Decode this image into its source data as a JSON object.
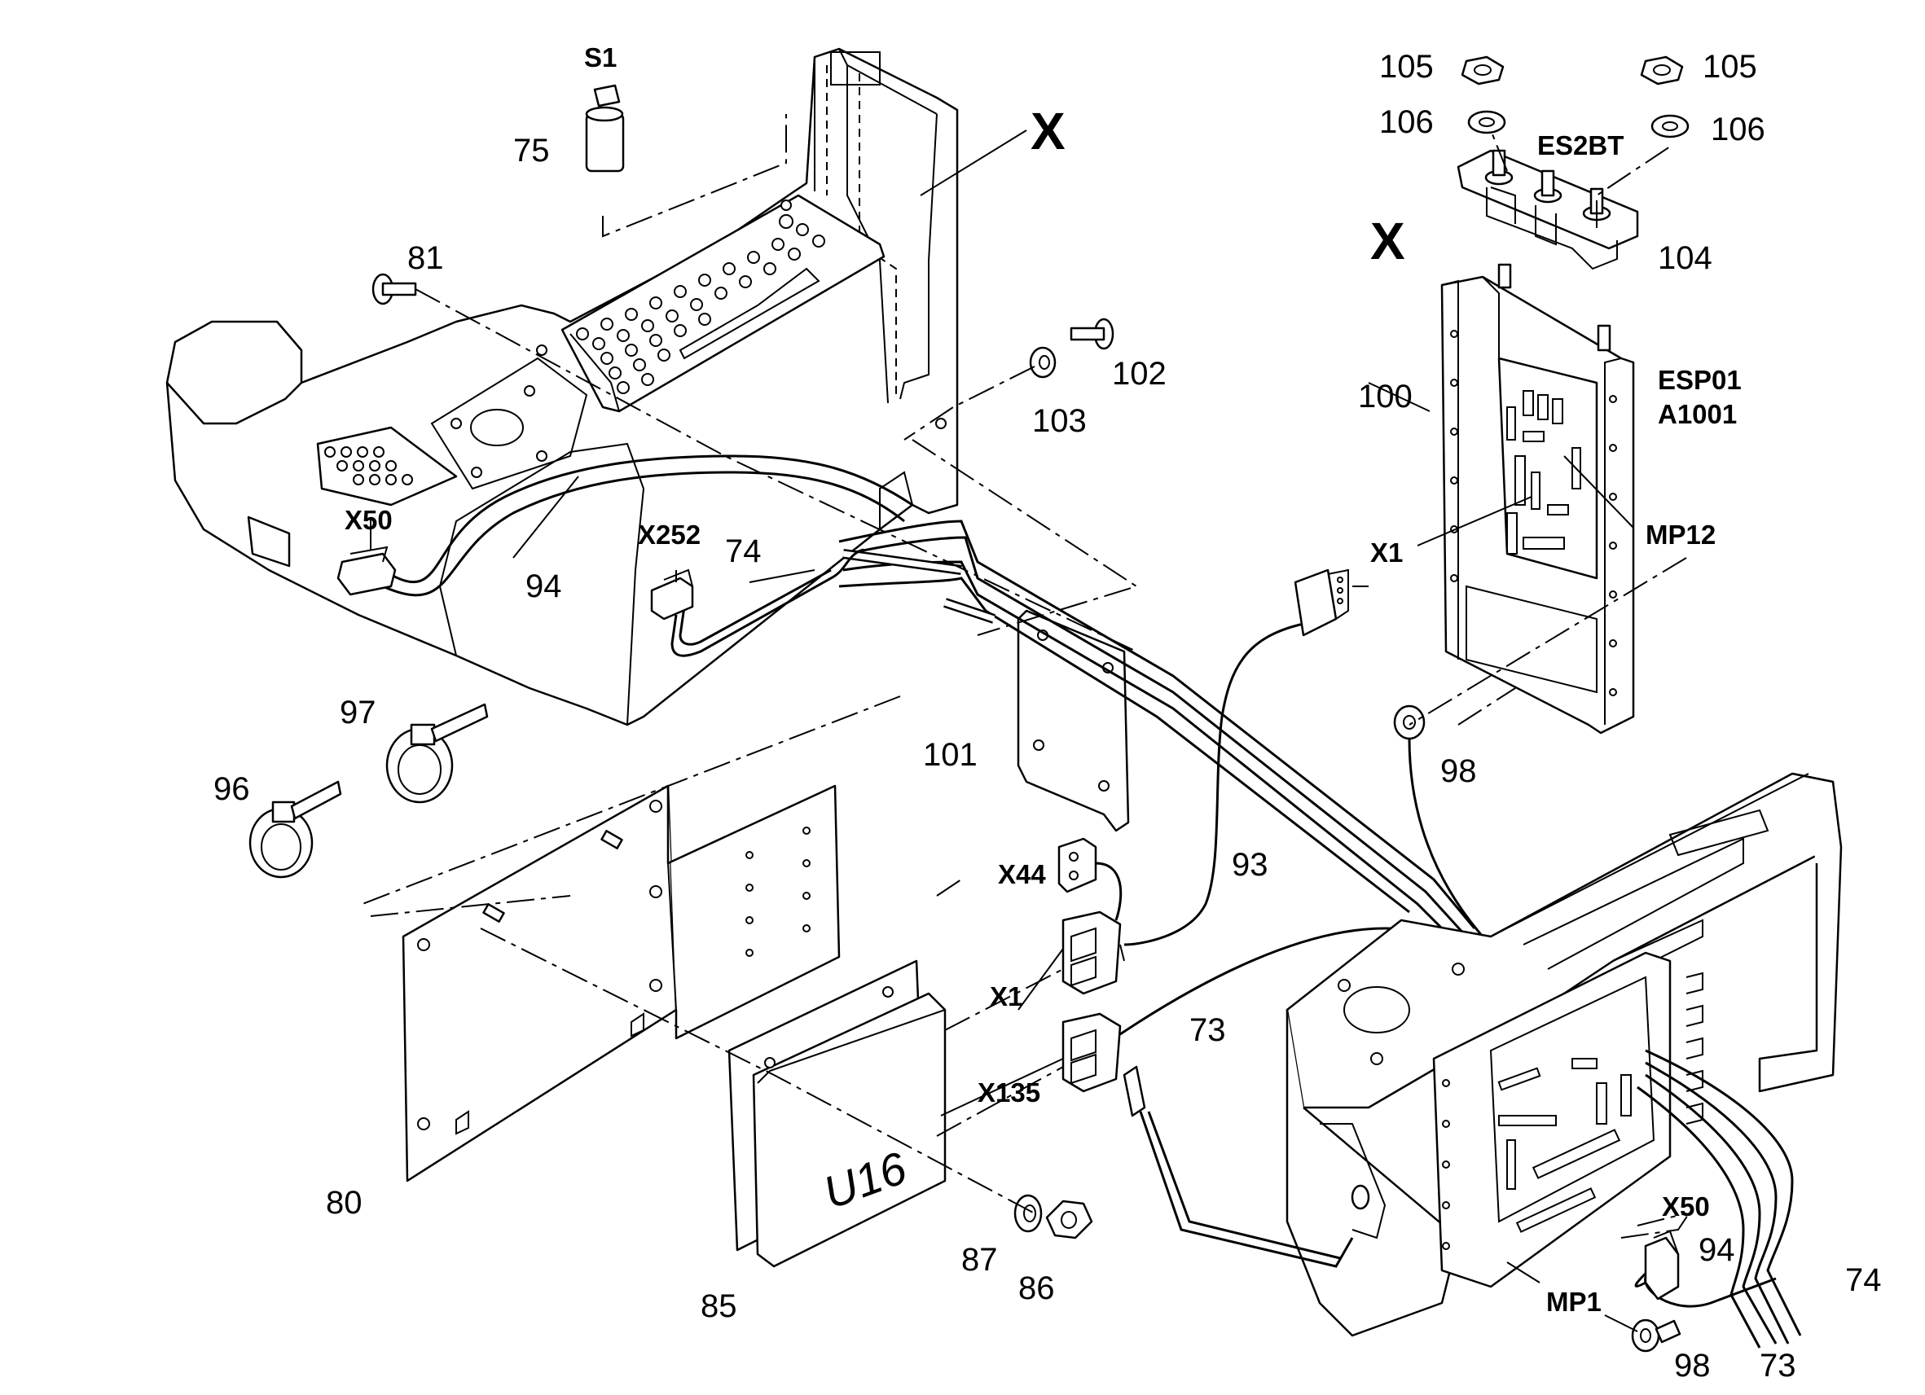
{
  "diagram": {
    "labels": {
      "s1": "S1",
      "n75": "75",
      "x_top": "X",
      "n81": "81",
      "x50_left": "X50",
      "x252": "X252",
      "n74_left": "74",
      "n94_left": "94",
      "n102": "102",
      "n103": "103",
      "n105_left": "105",
      "n105_right": "105",
      "n106_left": "106",
      "n106_right": "106",
      "es2bt": "ES2BT",
      "x_right": "X",
      "n104": "104",
      "n100": "100",
      "esp01": "ESP01",
      "a1001": "A1001",
      "mp12": "MP12",
      "x1_top": "X1",
      "n97": "97",
      "n96": "96",
      "n101": "101",
      "n98_top": "98",
      "n93": "93",
      "x44": "X44",
      "x1_mid": "X1",
      "n73_mid": "73",
      "x135": "X135",
      "n80": "80",
      "u16": "U16",
      "n87": "87",
      "n86": "86",
      "n85": "85",
      "x50_right": "X50",
      "n94_right": "94",
      "n74_right": "74",
      "mp1": "MP1",
      "n98_bottom": "98",
      "n73_bottom": "73"
    }
  }
}
